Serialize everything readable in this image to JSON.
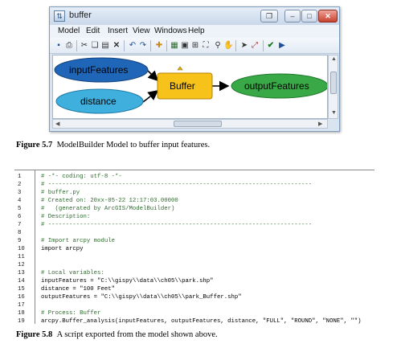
{
  "window": {
    "title": "buffer",
    "menu": [
      "Model",
      "Edit",
      "Insert",
      "View",
      "Windows",
      "Help"
    ],
    "nodes": {
      "input_features": "inputFeatures",
      "distance": "distance",
      "tool": "Buffer",
      "output": "outputFeatures"
    }
  },
  "captions": {
    "fig1_label": "Figure 5.7",
    "fig1_text": "ModelBuilder Model to buffer input features.",
    "fig2_label": "Figure 5.8",
    "fig2_text": "A script exported from the model shown above."
  },
  "code": {
    "line_numbers": [
      "1",
      "2",
      "3",
      "4",
      "5",
      "6",
      "7",
      "8",
      "9",
      "10",
      "11",
      "12",
      "13",
      "14",
      "15",
      "16",
      "17",
      "18",
      "19"
    ],
    "lines": [
      "# -*- coding: utf-8 -*-",
      "# ---------------------------------------------------------------------------",
      "# buffer.py",
      "# Created on: 20xx-05-22 12:17:03.00000",
      "#   (generated by ArcGIS/ModelBuilder)",
      "# Description:",
      "# ---------------------------------------------------------------------------",
      "",
      "# Import arcpy module",
      "import arcpy",
      "",
      "",
      "# Local variables:",
      "inputFeatures = \"C:\\\\gispy\\\\data\\\\ch05\\\\park.shp\"",
      "distance = \"100 Feet\"",
      "outputFeatures = \"C:\\\\gispy\\\\data\\\\ch05\\\\park_Buffer.shp\"",
      "",
      "# Process: Buffer",
      "arcpy.Buffer_analysis(inputFeatures, outputFeatures, distance, \"FULL\", \"ROUND\", \"NONE\", \"\")"
    ]
  },
  "colors": {
    "input_node": "#1f66b8",
    "distance_node": "#3fb0de",
    "tool_node": "#f7c21a",
    "output_node": "#39a846"
  }
}
